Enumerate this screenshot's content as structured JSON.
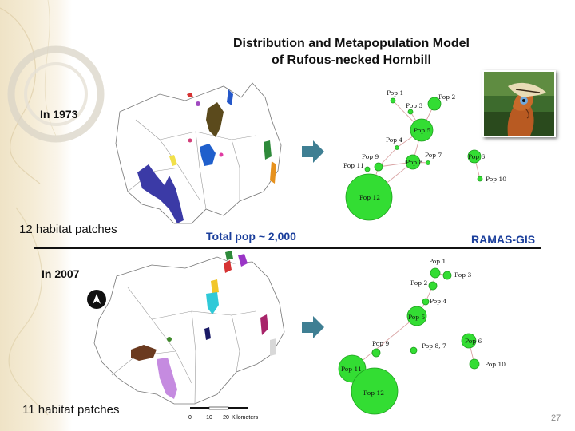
{
  "title": {
    "line1": "Distribution and Metapopulation Model",
    "line2": "of Rufous-necked Hornbill"
  },
  "top": {
    "year": "In 1973",
    "patches": "12 habitat patches",
    "total": "Total pop ~ 2,000"
  },
  "bottom": {
    "year": "In 2007",
    "patches": "11 habitat patches"
  },
  "software": "RAMAS-GIS",
  "scale_bar": {
    "ticks": [
      "0",
      "10",
      "20"
    ],
    "unit": "Kilometers"
  },
  "page_number": "27",
  "colors": {
    "node": "#33dd33",
    "node_stroke": "#1e9e1e",
    "arrow": "#3f7f93",
    "title_blue": "#1b3f9c"
  },
  "network_1973": {
    "nodes": [
      {
        "id": "Pop 1",
        "size": "small"
      },
      {
        "id": "Pop 2",
        "size": "medium"
      },
      {
        "id": "Pop 3",
        "size": "small"
      },
      {
        "id": "Pop 4",
        "size": "small"
      },
      {
        "id": "Pop 5",
        "size": "large"
      },
      {
        "id": "Pop 6",
        "size": "medium"
      },
      {
        "id": "Pop 7",
        "size": "small"
      },
      {
        "id": "Pop 8",
        "size": "medium"
      },
      {
        "id": "Pop 9",
        "size": "small"
      },
      {
        "id": "Pop 10",
        "size": "small"
      },
      {
        "id": "Pop 11",
        "size": "small"
      },
      {
        "id": "Pop 12",
        "size": "xlarge"
      }
    ]
  },
  "network_2007": {
    "nodes": [
      {
        "id": "Pop 1",
        "size": "small"
      },
      {
        "id": "Pop 2",
        "size": "small"
      },
      {
        "id": "Pop 3",
        "size": "small"
      },
      {
        "id": "Pop 4",
        "size": "small"
      },
      {
        "id": "Pop 5",
        "size": "large"
      },
      {
        "id": "Pop 6",
        "size": "medium"
      },
      {
        "id": "Pop 8, 7",
        "size": "small"
      },
      {
        "id": "Pop 9",
        "size": "small"
      },
      {
        "id": "Pop 10",
        "size": "small"
      },
      {
        "id": "Pop 11",
        "size": "large"
      },
      {
        "id": "Pop 12",
        "size": "xlarge"
      }
    ]
  }
}
